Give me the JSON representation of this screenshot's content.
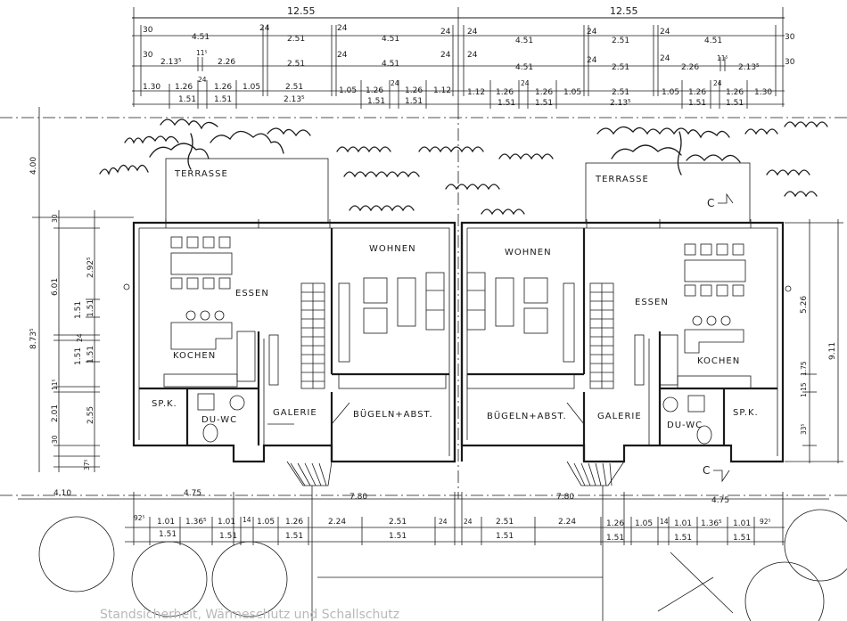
{
  "rooms": {
    "left": {
      "terrace": "TERRASSE",
      "living": "WOHNEN",
      "dining": "ESSEN",
      "kitchen": "KOCHEN",
      "pantry": "SP.K.",
      "shower_wc": "DU-WC",
      "gallery": "GALERIE",
      "ironing": "BÜGELN+ABST."
    },
    "right": {
      "terrace": "TERRASSE",
      "living": "WOHNEN",
      "dining": "ESSEN",
      "kitchen": "KOCHEN",
      "pantry": "SP.K.",
      "shower_wc": "DU-WC",
      "gallery": "GALERIE",
      "ironing": "BÜGELN+ABST."
    }
  },
  "top_dimensions": {
    "overall_left": "12.55",
    "overall_right": "12.55",
    "row1_left": [
      "30",
      "4.51",
      "24",
      "2.51",
      "24",
      "4.51",
      "24"
    ],
    "row1_right": [
      "24",
      "4.51",
      "24",
      "2.51",
      "24",
      "4.51",
      "30"
    ],
    "row2_left": [
      "30",
      "2.13⁵",
      "11⁵",
      "2.26",
      "2.51",
      "24",
      "4.51",
      "24"
    ],
    "row2_right": [
      "24",
      "4.51",
      "24",
      "2.51",
      "24",
      "2.26",
      "11⁵",
      "2.13⁵",
      "30"
    ],
    "row3_left": [
      "1.30",
      "1.26",
      "24",
      "1.26",
      "1.05",
      "2.51",
      "1.05",
      "1.26",
      "24",
      "1.26",
      "1.12"
    ],
    "row3_right": [
      "1.12",
      "1.26",
      "24",
      "1.26",
      "1.05",
      "2.51",
      "1.05",
      "1.26",
      "24",
      "1.26",
      "1.30"
    ],
    "row3_sub_left": [
      "1.51",
      "1.51",
      "2.13⁵",
      "1.51",
      "1.51"
    ],
    "row3_sub_right": [
      "1.51",
      "1.51",
      "2.13⁵",
      "1.51",
      "1.51"
    ]
  },
  "left_dimensions": {
    "outer": [
      "4.00",
      "8.73⁵"
    ],
    "mid": [
      "30",
      "6.01",
      "24",
      "2.01",
      "30",
      "37⁵"
    ],
    "inner": [
      "2.92⁵",
      "1.51",
      "1.51",
      "1.51",
      "11⁵",
      "1.51",
      "2.55"
    ]
  },
  "right_dimensions": {
    "outer": [
      "9.11"
    ],
    "inner": [
      "5.26",
      "1.75",
      "1.15",
      "33⁵"
    ]
  },
  "bottom_dimensions": {
    "row1": [
      "4.10",
      "4.75",
      "7.80",
      "7.80",
      "4.75"
    ],
    "row2_left": [
      "92⁵",
      "1.01",
      "1.36⁵",
      "1.01",
      "14",
      "1.05",
      "1.26",
      "2.24",
      "2.51",
      "24"
    ],
    "row2_right": [
      "24",
      "2.51",
      "2.24",
      "1.26",
      "1.05",
      "14",
      "1.01",
      "1.36⁵",
      "1.01",
      "92⁵"
    ],
    "row2_sub_left": [
      "1.51",
      "1.51",
      "1.51",
      "1.51"
    ],
    "row2_sub_right": [
      "1.51",
      "1.51",
      "1.51",
      "1.51"
    ]
  },
  "section_marks": [
    "C",
    "C"
  ],
  "footer_text": "Standsicherheit, Wärmeschutz und Schallschutz"
}
